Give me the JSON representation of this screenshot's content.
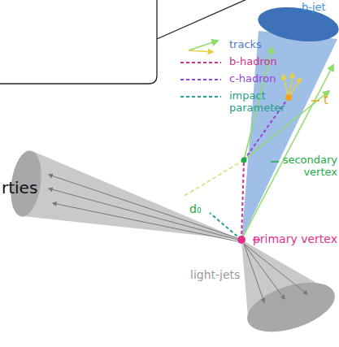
{
  "diagram": {
    "labels": [
      "b-jet",
      "rties",
      "t",
      "secondary vertex",
      "d₀",
      "primary vertex",
      "light-jets"
    ],
    "legend": [
      {
        "text": "tracks"
      },
      {
        "text": "b-hadron"
      },
      {
        "text": "c-hadron"
      },
      {
        "text": "impact parameter"
      }
    ]
  }
}
